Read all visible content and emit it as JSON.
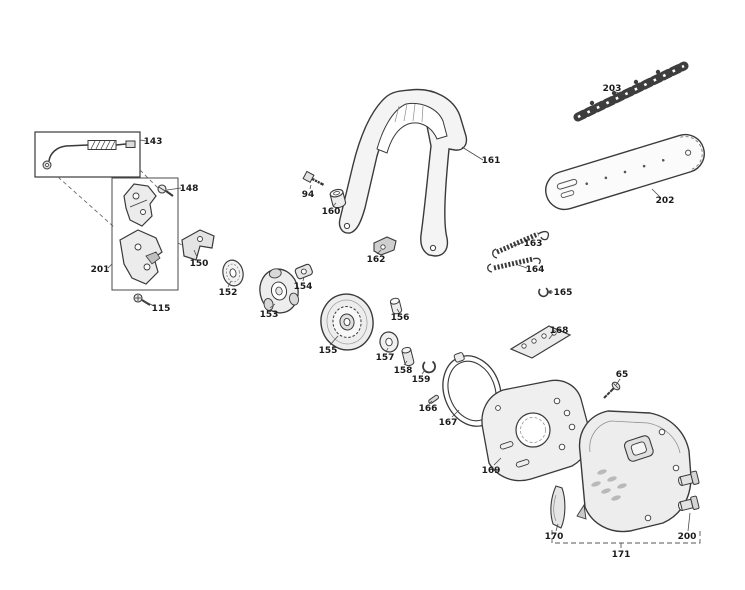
{
  "figure": {
    "kind": "exploded-parts-diagram",
    "background": "#ffffff",
    "line_color": "#3a3a3a",
    "label_color": "#1b1b1b"
  },
  "labels": {
    "65": "65",
    "94": "94",
    "115": "115",
    "143": "143",
    "148": "148",
    "150": "150",
    "152": "152",
    "153": "153",
    "154": "154",
    "155": "155",
    "156": "156",
    "157": "157",
    "158": "158",
    "159": "159",
    "160": "160",
    "161": "161",
    "162": "162",
    "163": "163",
    "164": "164",
    "165": "165",
    "166": "166",
    "167": "167",
    "168": "168",
    "169": "169",
    "170": "170",
    "171": "171",
    "200": "200",
    "201": "201",
    "202": "202",
    "203": "203"
  }
}
